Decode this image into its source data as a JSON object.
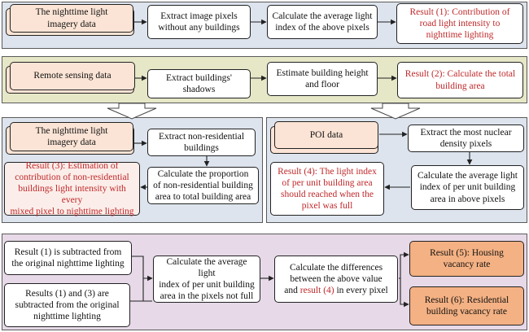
{
  "colors": {
    "panel1_bg": "#dde4ee",
    "panel2_bg": "#e6e7c7",
    "panel3_bg": "#dde4ee",
    "panel4_bg": "#dde4ee",
    "panel5_bg": "#e7d9e8",
    "source_box": "#fbe4d5",
    "result_text": "#c0282a",
    "final_result_box": "#f4b183"
  },
  "row1": {
    "source": "The nighttime light\nimagery data",
    "step1": "Extract image pixels\nwithout any buildings",
    "step2": "Calculate the average light\nindex of the above pixels",
    "result": "Result (1): Contribution of\nroad light intensity to\nnighttime lighting"
  },
  "row2": {
    "source": "Remote sensing data",
    "step1": "Extract buildings'\nshadows",
    "step2": "Estimate building height\nand floor",
    "result": "Result (2): Calculate the total\nbuilding area"
  },
  "left_panel": {
    "source": "The nighttime light\nimagery data",
    "step1": "Extract non-residential\nbuildings",
    "step2": "Calculate the proportion\nof non-residential building\narea to total building area",
    "result": "Result (3): Estimation of\ncontribution of non-residential\nbuildings light intensity with every\nmixed pixel to nighttime lighting"
  },
  "right_panel": {
    "source": "POI data",
    "step1": "Extract the most nuclear\ndensity pixels",
    "step2": "Calculate the average light\nindex of per unit building\narea in above pixels",
    "result": "Result (4): The light index\nof per unit building area\nshould reached when the\npixel was full"
  },
  "bottom": {
    "input1": "Result (1) is subtracted from\nthe original nighttime lighting",
    "input2": "Results (1) and (3) are\nsubtracted from the original\nnighttime lighting",
    "calc1": "Calculate the average light\nindex of per unit building\narea in the pixels not full",
    "calc2_a": "Calculate the differences\nbetween the above value\nand ",
    "calc2_red": "result (4)",
    "calc2_b": " in every pixel",
    "result5": "Result (5): Housing\nvacancy rate",
    "result6": "Result (6): Residential\nbuilding vacancy rate"
  }
}
